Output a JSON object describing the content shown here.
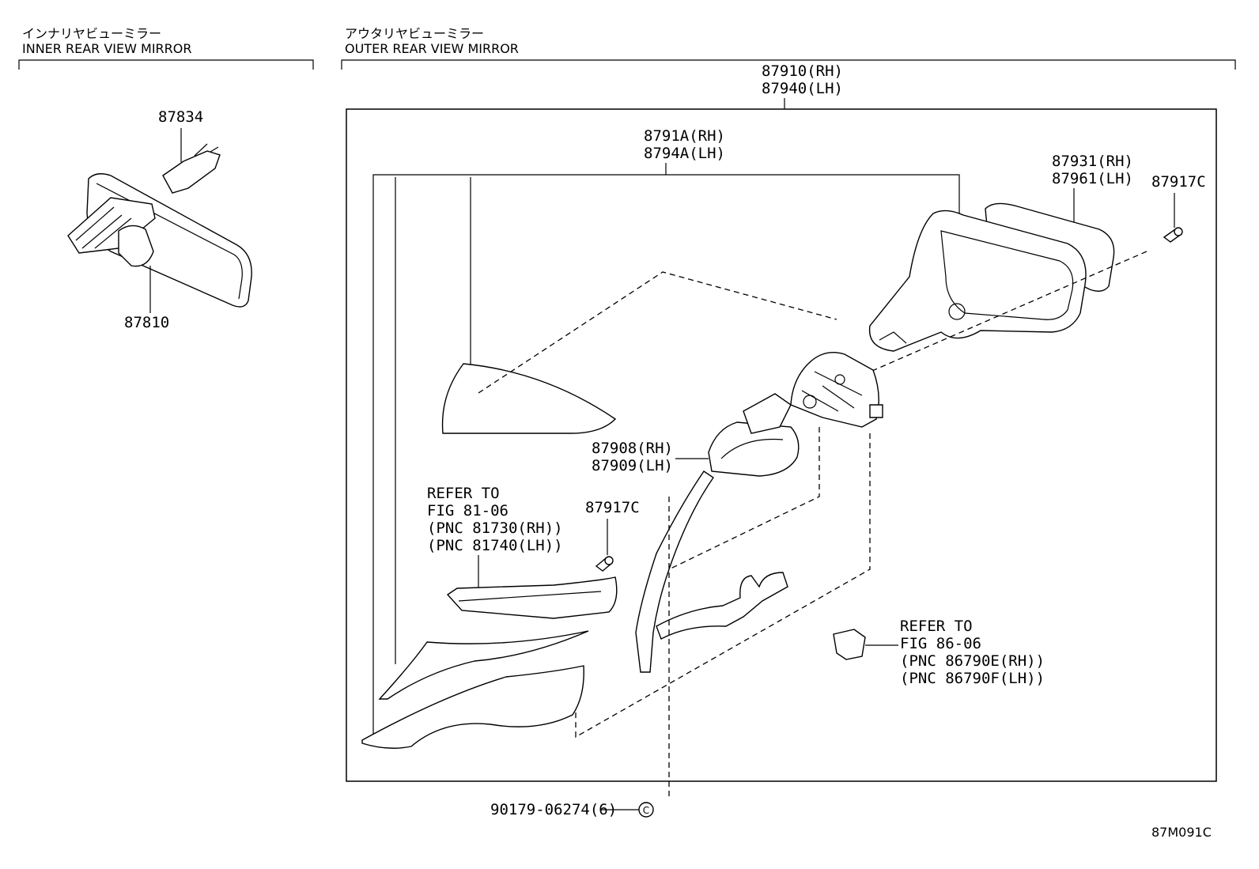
{
  "sections": {
    "inner": {
      "title_jp": "インナリヤビューミラー",
      "title_en": "INNER REAR VIEW MIRROR"
    },
    "outer": {
      "title_jp": "アウタリヤビューミラー",
      "title_en": "OUTER REAR VIEW MIRROR"
    }
  },
  "parts": {
    "p87834": "87834",
    "p87810": "87810",
    "assy_rh": "87910(RH)",
    "assy_lh": "87940(LH)",
    "mirror_rh": "8791A(RH)",
    "mirror_lh": "8794A(LH)",
    "cover_rh": "87931(RH)",
    "cover_lh": "87961(LH)",
    "screw_top": "87917C",
    "motor_rh": "87908(RH)",
    "motor_lh": "87909(LH)",
    "screw_mid": "87917C",
    "bolt": "90179-06274(6)"
  },
  "refs": {
    "turn_signal": [
      "REFER TO",
      "FIG 81-06",
      "(PNC 81730(RH))",
      "(PNC 81740(LH))"
    ],
    "bulb": [
      "REFER TO",
      "FIG 86-06",
      "(PNC 86790E(RH))",
      "(PNC 86790F(LH))"
    ]
  },
  "diagram_code": "87M091C",
  "bolt_symbol": "C"
}
